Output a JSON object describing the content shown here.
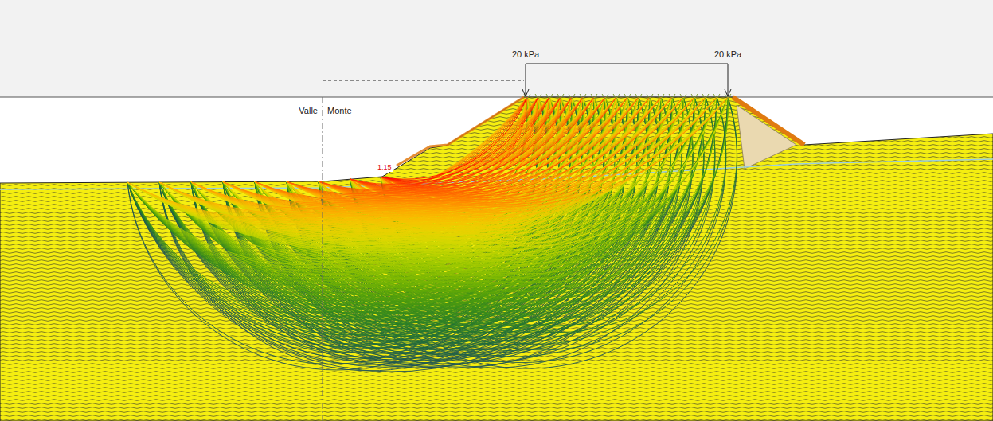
{
  "diagram": {
    "labels": [
      "20 kPa",
      "20 kPa",
      "Valle",
      "Monte",
      "1.15"
    ]
  }
}
